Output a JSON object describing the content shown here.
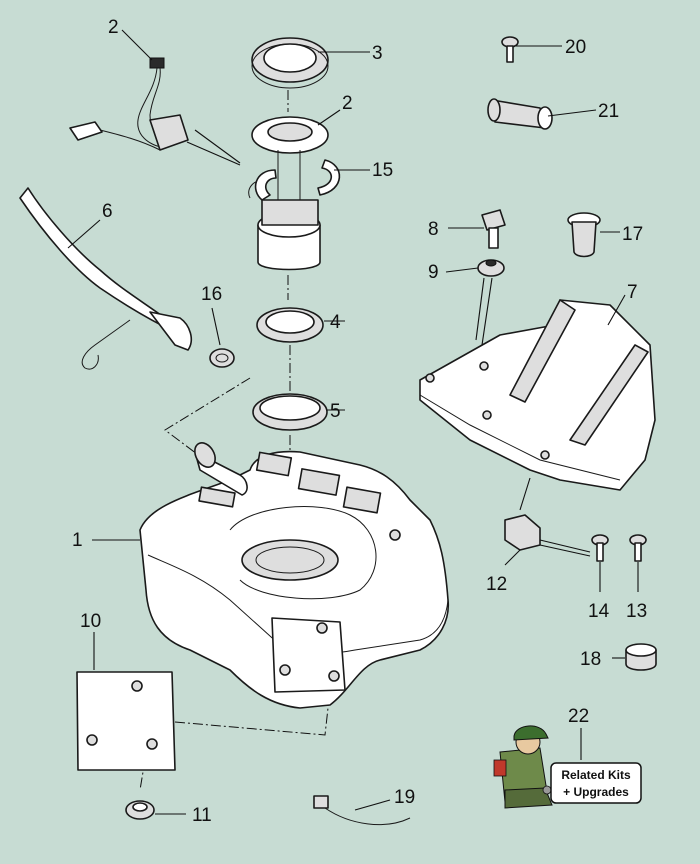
{
  "labels": {
    "p1": "1",
    "p2a": "2",
    "p2b": "2",
    "p3": "3",
    "p4": "4",
    "p5": "5",
    "p6": "6",
    "p7": "7",
    "p8": "8",
    "p9": "9",
    "p10": "10",
    "p11": "11",
    "p12": "12",
    "p13": "13",
    "p14": "14",
    "p15": "15",
    "p16": "16",
    "p17": "17",
    "p18": "18",
    "p19": "19",
    "p20": "20",
    "p21": "21",
    "p22": "22"
  },
  "badge": {
    "line1": "Related Kits",
    "line2": "+ Upgrades"
  },
  "colors": {
    "background": "#c7dcd3",
    "line": "#111111",
    "part_fill": "#ffffff"
  }
}
